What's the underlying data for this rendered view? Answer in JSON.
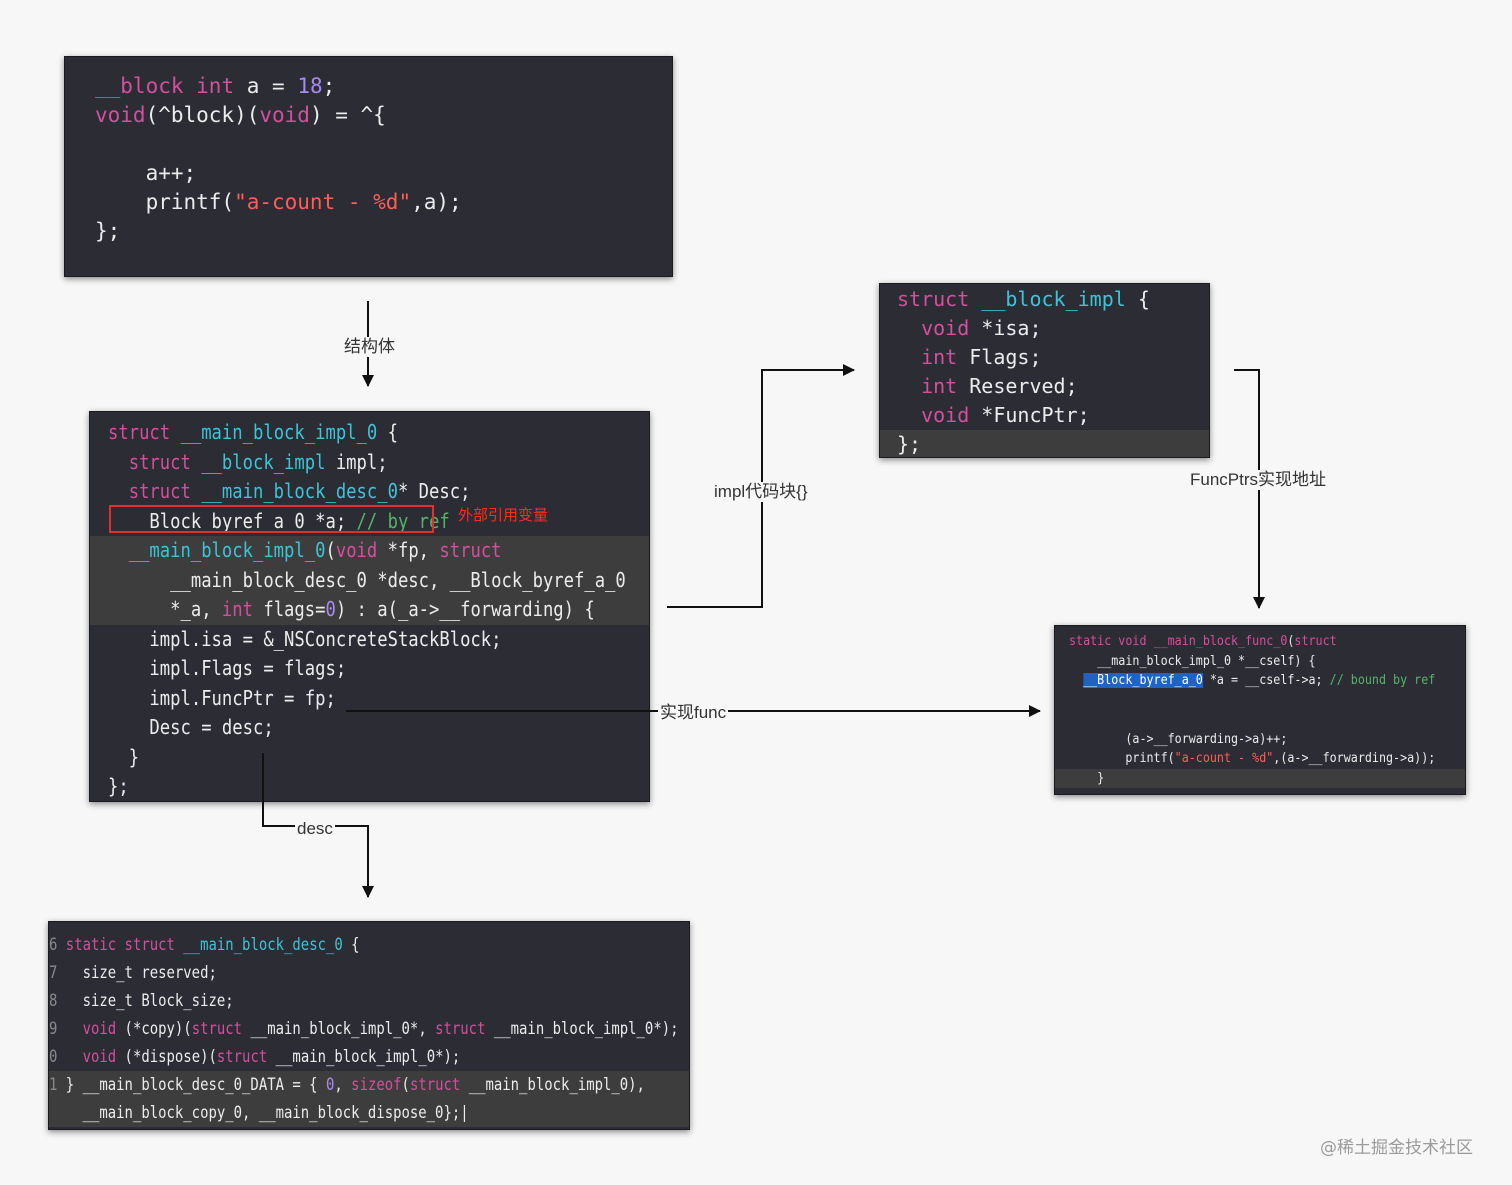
{
  "code_blocks": {
    "source": {
      "lines": [
        {
          "tokens": [
            {
              "t": "__block ",
              "c": "kw"
            },
            {
              "t": "int",
              "c": "kw"
            },
            {
              "t": " a = ",
              "c": "plain"
            },
            {
              "t": "18",
              "c": "num"
            },
            {
              "t": ";",
              "c": "plain"
            }
          ]
        },
        {
          "tokens": [
            {
              "t": "void",
              "c": "kw"
            },
            {
              "t": "(^block)(",
              "c": "plain"
            },
            {
              "t": "void",
              "c": "kw"
            },
            {
              "t": ") = ^{",
              "c": "plain"
            }
          ]
        },
        {
          "tokens": []
        },
        {
          "tokens": [
            {
              "t": "    a++;",
              "c": "plain"
            }
          ]
        },
        {
          "tokens": [
            {
              "t": "    printf(",
              "c": "plain"
            },
            {
              "t": "\"a-count - %d\"",
              "c": "str"
            },
            {
              "t": ",a);",
              "c": "plain"
            }
          ]
        },
        {
          "tokens": [
            {
              "t": "};",
              "c": "plain"
            }
          ]
        }
      ]
    },
    "main_block_impl": {
      "lines": [
        {
          "tokens": [
            {
              "t": "struct",
              "c": "kw"
            },
            {
              "t": " __main_block_impl_0",
              "c": "type"
            },
            {
              "t": " {",
              "c": "plain"
            }
          ]
        },
        {
          "tokens": [
            {
              "t": "  struct",
              "c": "kw"
            },
            {
              "t": " __block_impl",
              "c": "type"
            },
            {
              "t": " impl;",
              "c": "plain"
            }
          ]
        },
        {
          "tokens": [
            {
              "t": "  struct",
              "c": "kw"
            },
            {
              "t": " __main_block_desc_0",
              "c": "type"
            },
            {
              "t": "* Desc;",
              "c": "plain"
            }
          ]
        },
        {
          "tokens": [
            {
              "t": "  __Block_byref_a_0 *a; ",
              "c": "plain"
            },
            {
              "t": "// by ref",
              "c": "comment"
            }
          ]
        },
        {
          "hl": true,
          "tokens": [
            {
              "t": "  __main_block_impl_0",
              "c": "type"
            },
            {
              "t": "(",
              "c": "plain"
            },
            {
              "t": "void",
              "c": "kw"
            },
            {
              "t": " *fp, ",
              "c": "plain"
            },
            {
              "t": "struct",
              "c": "kw"
            }
          ]
        },
        {
          "hl": true,
          "tokens": [
            {
              "t": "      __main_block_desc_0 *desc, __Block_byref_a_0",
              "c": "plain"
            }
          ]
        },
        {
          "hl": true,
          "tokens": [
            {
              "t": "      *_a, ",
              "c": "plain"
            },
            {
              "t": "int",
              "c": "kw"
            },
            {
              "t": " flags=",
              "c": "plain"
            },
            {
              "t": "0",
              "c": "num"
            },
            {
              "t": ") : a(_a->__forwarding) {",
              "c": "plain"
            }
          ]
        },
        {
          "tokens": [
            {
              "t": "    impl.isa = &_NSConcreteStackBlock;",
              "c": "plain"
            }
          ]
        },
        {
          "tokens": [
            {
              "t": "    impl.Flags = flags;",
              "c": "plain"
            }
          ]
        },
        {
          "tokens": [
            {
              "t": "    impl.FuncPtr = fp;",
              "c": "plain"
            }
          ]
        },
        {
          "tokens": [
            {
              "t": "    Desc = desc;",
              "c": "plain"
            }
          ]
        },
        {
          "tokens": [
            {
              "t": "  }",
              "c": "plain"
            }
          ]
        },
        {
          "tokens": [
            {
              "t": "};",
              "c": "plain"
            }
          ]
        }
      ],
      "annotation": "外部引用变量"
    },
    "block_impl": {
      "lines": [
        {
          "tokens": [
            {
              "t": "struct",
              "c": "kw"
            },
            {
              "t": " __block_impl",
              "c": "type"
            },
            {
              "t": " {",
              "c": "plain"
            }
          ]
        },
        {
          "tokens": [
            {
              "t": "  void",
              "c": "kw"
            },
            {
              "t": " *isa;",
              "c": "plain"
            }
          ]
        },
        {
          "tokens": [
            {
              "t": "  int",
              "c": "kw"
            },
            {
              "t": " Flags;",
              "c": "plain"
            }
          ]
        },
        {
          "tokens": [
            {
              "t": "  int",
              "c": "kw"
            },
            {
              "t": " Reserved;",
              "c": "plain"
            }
          ]
        },
        {
          "tokens": [
            {
              "t": "  void",
              "c": "kw"
            },
            {
              "t": " *FuncPtr;",
              "c": "plain"
            }
          ]
        },
        {
          "hl": true,
          "tokens": [
            {
              "t": "};",
              "c": "plain"
            }
          ]
        }
      ]
    },
    "block_func": {
      "lines": [
        {
          "tokens": [
            {
              "t": "static void",
              "c": "kw"
            },
            {
              "t": " __main_block_func_0",
              "c": "kw"
            },
            {
              "t": "(",
              "c": "plain"
            },
            {
              "t": "struct",
              "c": "kw"
            }
          ]
        },
        {
          "tokens": [
            {
              "t": "    __main_block_impl_0 *__cself) {",
              "c": "plain"
            }
          ]
        },
        {
          "tokens": [
            {
              "t": "  ",
              "c": "plain"
            },
            {
              "t": "__Block_byref_a_0",
              "c": "sel"
            },
            {
              "t": " *a = __cself->a; ",
              "c": "plain"
            },
            {
              "t": "// bound by ref",
              "c": "comment"
            }
          ]
        },
        {
          "tokens": []
        },
        {
          "tokens": []
        },
        {
          "tokens": [
            {
              "t": "        (a->__forwarding->a)++;",
              "c": "plain"
            }
          ]
        },
        {
          "tokens": [
            {
              "t": "        printf(",
              "c": "plain"
            },
            {
              "t": "\"a-count - %d\"",
              "c": "str"
            },
            {
              "t": ",(a->__forwarding->a));",
              "c": "plain"
            }
          ]
        },
        {
          "hl": true,
          "tokens": [
            {
              "t": "    }",
              "c": "plain"
            }
          ]
        }
      ]
    },
    "block_desc": {
      "lines": [
        {
          "tokens": [
            {
              "t": "6 ",
              "c": "ln"
            },
            {
              "t": "static struct",
              "c": "kw"
            },
            {
              "t": " __main_block_desc_0",
              "c": "type"
            },
            {
              "t": " {",
              "c": "plain"
            }
          ]
        },
        {
          "tokens": [
            {
              "t": "7 ",
              "c": "ln"
            },
            {
              "t": "  size_t reserved;",
              "c": "plain"
            }
          ]
        },
        {
          "tokens": [
            {
              "t": "8 ",
              "c": "ln"
            },
            {
              "t": "  size_t Block_size;",
              "c": "plain"
            }
          ]
        },
        {
          "tokens": [
            {
              "t": "9 ",
              "c": "ln"
            },
            {
              "t": "  void",
              "c": "kw"
            },
            {
              "t": " (*copy)(",
              "c": "plain"
            },
            {
              "t": "struct",
              "c": "kw"
            },
            {
              "t": " __main_block_impl_0*, ",
              "c": "plain"
            },
            {
              "t": "struct",
              "c": "kw"
            },
            {
              "t": " __main_block_impl_0*);",
              "c": "plain"
            }
          ]
        },
        {
          "tokens": [
            {
              "t": "0 ",
              "c": "ln"
            },
            {
              "t": "  void",
              "c": "kw"
            },
            {
              "t": " (*dispose)(",
              "c": "plain"
            },
            {
              "t": "struct",
              "c": "kw"
            },
            {
              "t": " __main_block_impl_0*);",
              "c": "plain"
            }
          ]
        },
        {
          "hl": true,
          "tokens": [
            {
              "t": "1 ",
              "c": "ln"
            },
            {
              "t": "} __main_block_desc_0_DATA = { ",
              "c": "plain"
            },
            {
              "t": "0",
              "c": "num"
            },
            {
              "t": ", ",
              "c": "plain"
            },
            {
              "t": "sizeof",
              "c": "kw"
            },
            {
              "t": "(",
              "c": "plain"
            },
            {
              "t": "struct",
              "c": "kw"
            },
            {
              "t": " __main_block_impl_0),",
              "c": "plain"
            }
          ]
        },
        {
          "hl": true,
          "tokens": [
            {
              "t": "    __main_block_copy_0, __main_block_dispose_0};|",
              "c": "plain"
            }
          ]
        }
      ]
    }
  },
  "arrows": {
    "struct_label": "结构体",
    "impl_label": "impl代码块{}",
    "funcptr_label": "FuncPtrs实现地址",
    "func_label": "实现func",
    "desc_label": "desc"
  },
  "watermark": "@稀土掘金技术社区",
  "colors": {
    "keyword": "#d44f9e",
    "type": "#3cc5d6",
    "number": "#a98bf0",
    "string": "#ff5d58",
    "comment": "#57b36a",
    "annotation": "#ff2d20",
    "background": "#2b2c34"
  }
}
